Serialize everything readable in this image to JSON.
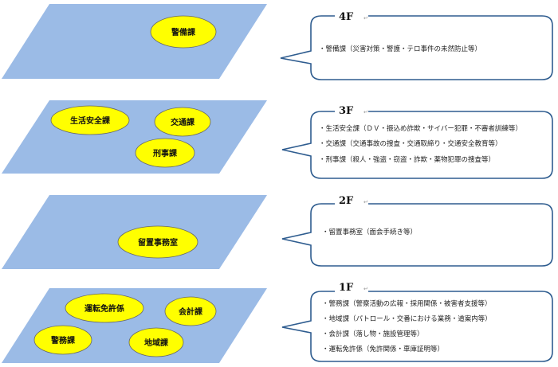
{
  "floors": [
    {
      "floor": "4F",
      "rooms": [
        "警備課"
      ],
      "items": [
        "・警備課（災害対策・警護・テロ事件の未然防止等）"
      ]
    },
    {
      "floor": "3F",
      "rooms": [
        "生活安全課",
        "交通課",
        "刑事課"
      ],
      "items": [
        "・生活安全課（ＤＶ・振込め詐欺・サイバー犯罪・不審者訓練等）",
        "・交通課（交通事故の捜査・交通取締り・交通安全教育等）",
        "・刑事課（殺人・強盗・窃盗・詐欺・薬物犯罪の捜査等）"
      ]
    },
    {
      "floor": "2F",
      "rooms": [
        "留置事務室"
      ],
      "items": [
        "・留置事務室（面会手続き等）"
      ]
    },
    {
      "floor": "1F",
      "rooms": [
        "運転免許係",
        "会計課",
        "警務課",
        "地域課"
      ],
      "items": [
        "・警務課（警察活動の広報・採用関係・被害者支援等）",
        "・地域課（パトロール・交番における業務・道案内等）",
        "・会計課（落し物・施設管理等）",
        "・運転免許係（免許関係・車庫証明等）"
      ]
    }
  ],
  "colors": {
    "floor_fill": "#9bbbe6",
    "room_fill": "#ffff00",
    "bubble_stroke": "#2e5c8f"
  }
}
